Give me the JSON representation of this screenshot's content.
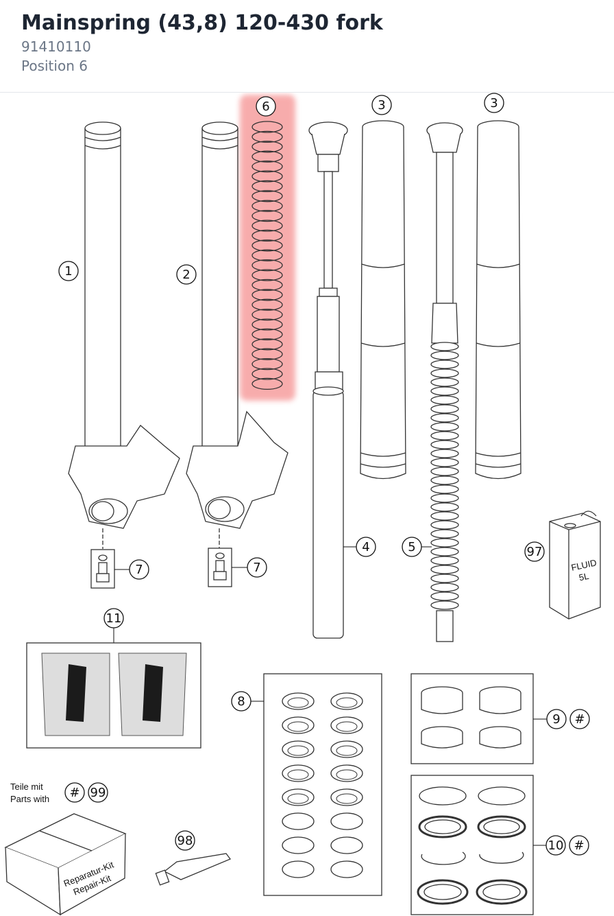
{
  "header": {
    "title": "Mainspring (43,8) 120-430 fork",
    "part_number": "91410110",
    "position": "Position 6"
  },
  "callouts": {
    "c1": "1",
    "c2": "2",
    "c3a": "3",
    "c3b": "3",
    "c4": "4",
    "c5": "5",
    "c6": "6",
    "c7a": "7",
    "c7b": "7",
    "c8": "8",
    "c9": "9",
    "c9h": "#",
    "c10": "10",
    "c10h": "#",
    "c11": "11",
    "c97": "97",
    "c98": "98",
    "c99": "99",
    "c99h": "#"
  },
  "labels": {
    "teile_mit": "Teile mit",
    "parts_with": "Parts with",
    "fluid": "FLUID",
    "fluid_vol": "5L",
    "kit_de": "Reparatur-Kit",
    "kit_en": "Repair-Kit"
  },
  "highlight_color": "#f26b6b",
  "highlighted_position": "6"
}
